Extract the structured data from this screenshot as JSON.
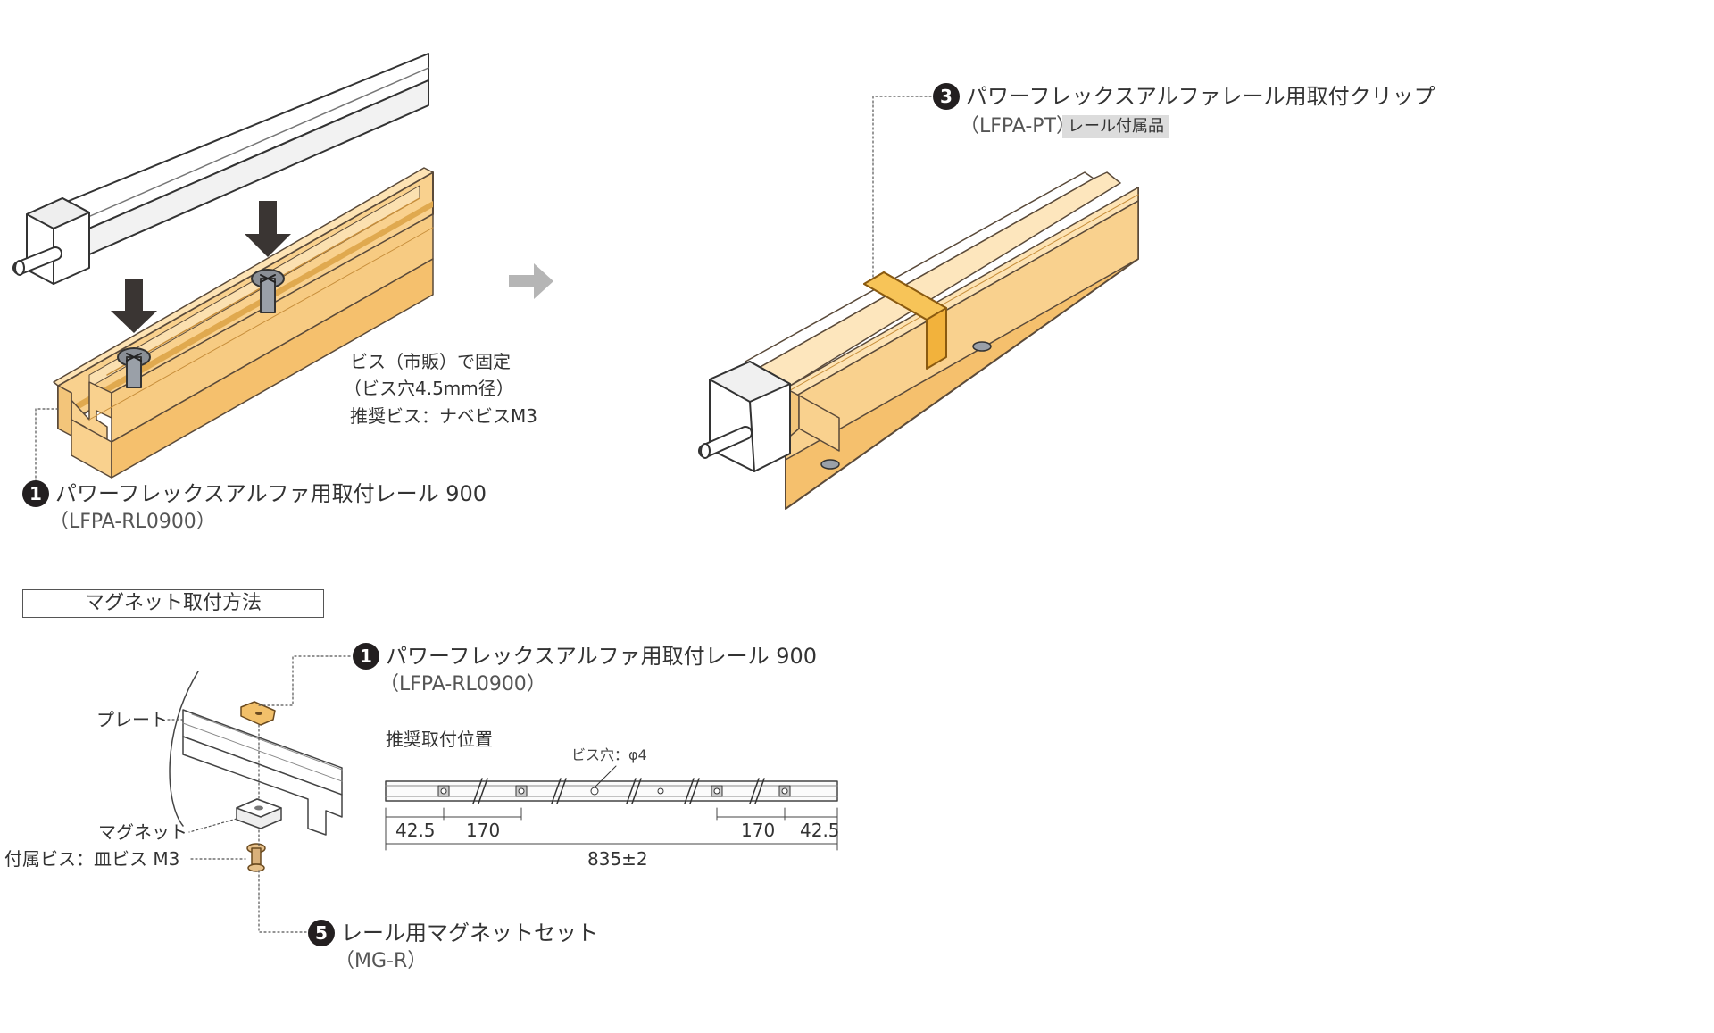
{
  "parts": {
    "rail": {
      "number": "1",
      "name": "パワーフレックスアルファ用取付レール 900",
      "code": "（LFPA-RL0900）"
    },
    "clip": {
      "number": "3",
      "name": "パワーフレックスアルファレール用取付クリップ",
      "code": "（LFPA-PT）",
      "tag": "レール付属品"
    },
    "magnet_set": {
      "number": "5",
      "name": "レール用マグネットセット",
      "code": "（MG-R）"
    }
  },
  "screw_note": {
    "line1": "ビス（市販）で固定",
    "line2": "（ビス穴4.5mm径）",
    "line3": "推奨ビス：ナベビスM3"
  },
  "magnet_section": {
    "title": "マグネット取付方法",
    "plate_label": "プレート",
    "magnet_label": "マグネット",
    "screw_label": "付属ビス：皿ビス M3"
  },
  "mounting_position": {
    "title": "推奨取付位置",
    "hole_label": "ビス穴：φ4",
    "dims": {
      "left_edge": "42.5",
      "left_pitch": "170",
      "right_pitch": "170",
      "right_edge": "42.5",
      "total": "835±2"
    }
  },
  "colors": {
    "rail": "#f9d18e",
    "rail_dark": "#e0a94f",
    "clip": "#f2b23c",
    "arrow": "#3a3533",
    "flow_arrow": "#b5b5b5",
    "outline": "#5a4a3a"
  }
}
